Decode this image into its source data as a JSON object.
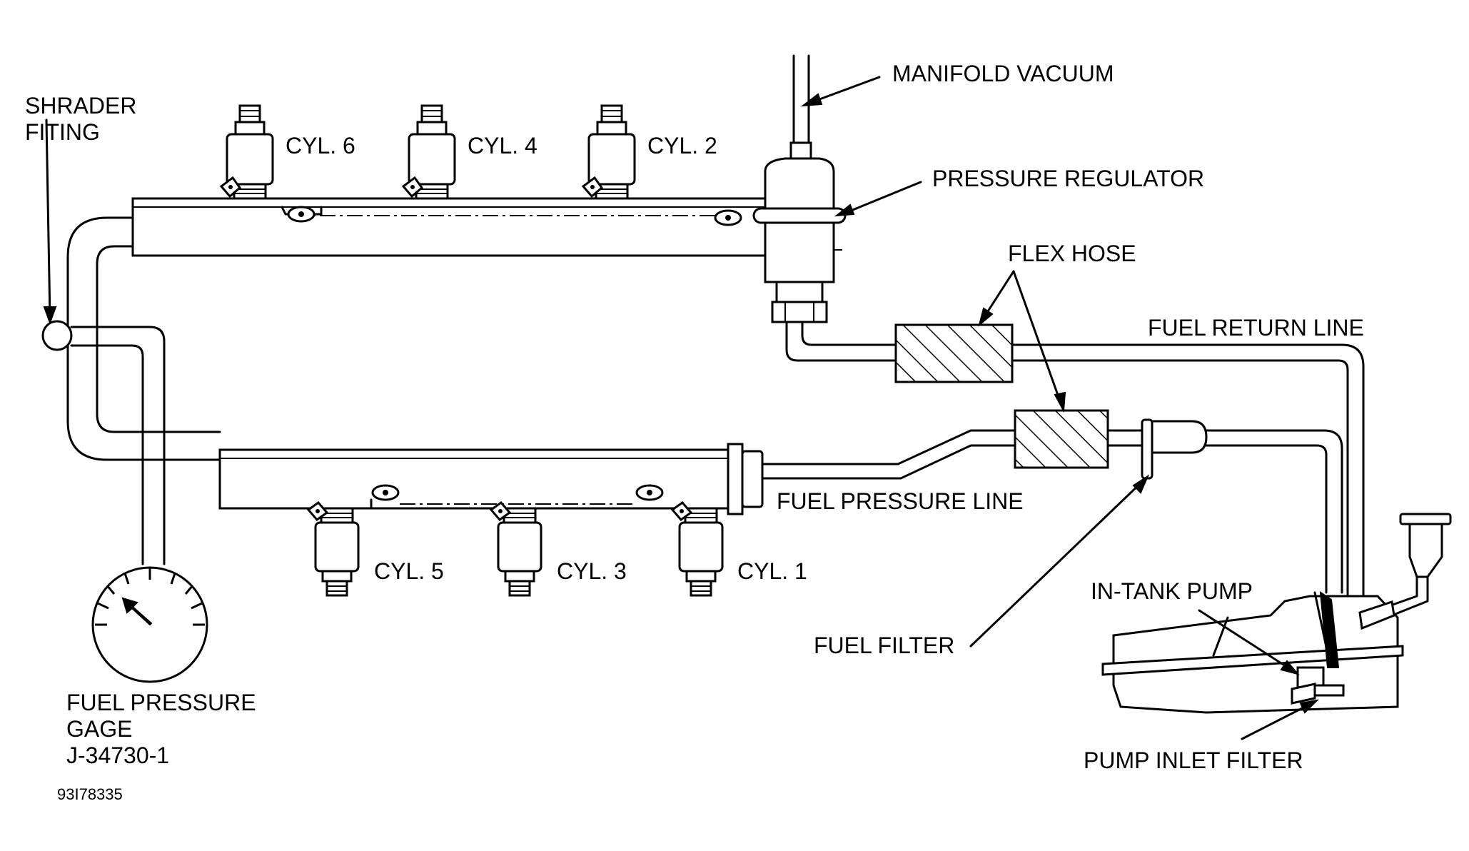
{
  "labels": {
    "manifold_vacuum": "MANIFOLD VACUUM",
    "shrader_fitting_line1": "SHRADER",
    "shrader_fitting_line2": "FITING",
    "cyl6": "CYL. 6",
    "cyl4": "CYL. 4",
    "cyl2": "CYL. 2",
    "pressure_regulator": "PRESSURE REGULATOR",
    "flex_hose": "FLEX HOSE",
    "fuel_return_line": "FUEL RETURN LINE",
    "fuel_pressure_line": "FUEL PRESSURE LINE",
    "cyl5": "CYL. 5",
    "cyl3": "CYL. 3",
    "cyl1": "CYL. 1",
    "in_tank_pump": "IN-TANK PUMP",
    "fuel_filter": "FUEL FILTER",
    "pump_inlet_filter": "PUMP INLET FILTER",
    "gage_line1": "FUEL PRESSURE",
    "gage_line2": "GAGE",
    "gage_line3": "J-34730-1",
    "figure_id": "93I78335"
  }
}
